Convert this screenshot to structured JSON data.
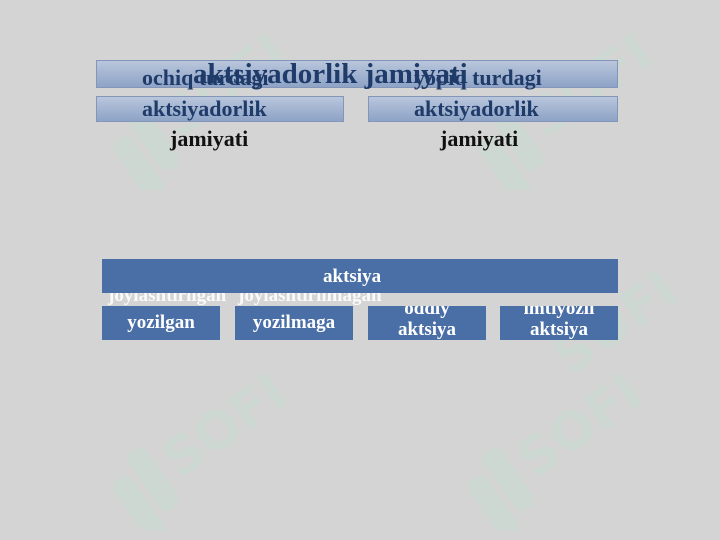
{
  "watermark": {
    "icon": "sofi-logo",
    "text": "SOFI"
  },
  "title": "aktsiyadorlik jamiyati",
  "left_column": {
    "line1": "ochiq turdagi",
    "line2": "aktsiyadorlik",
    "line3": "jamiyati"
  },
  "right_column": {
    "line1": "yopiq turdagi",
    "line2": "aktsiyadorlik",
    "line3": "jamiyati"
  },
  "stock_bar": {
    "label": "aktsiya"
  },
  "boxes": [
    {
      "line1": "joylashtirilgan",
      "line2": "yozilgan"
    },
    {
      "line1": "joylashtirilmagan",
      "line2": "yozilmaga"
    },
    {
      "line1": "oddiy",
      "line2": "aktsiya"
    },
    {
      "line1": "imtiyozli",
      "line2": "aktsiya"
    }
  ],
  "colors": {
    "bar_blue": "#4a6fa6",
    "light_bar": "#a8b8d4",
    "navy_text": "#1f3b69",
    "background": "#d4d4d4"
  }
}
